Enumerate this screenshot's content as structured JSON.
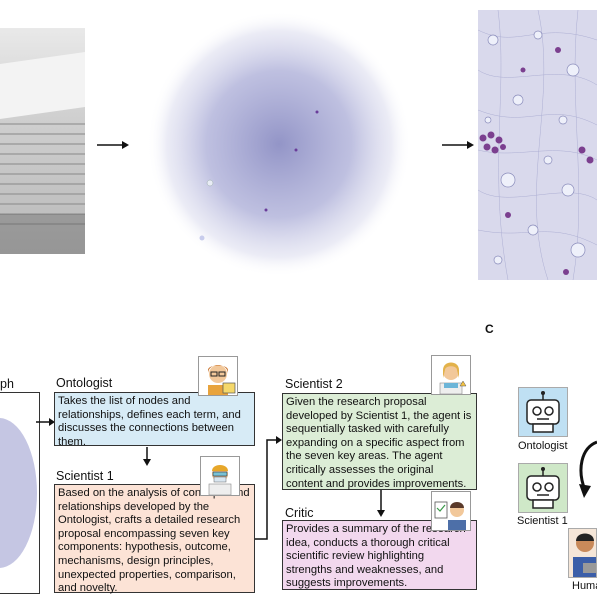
{
  "panel_c": {
    "letter": "C"
  },
  "left_partial_label": "ph",
  "agents": {
    "ontologist": {
      "title": "Ontologist",
      "text": "Takes the list of nodes and relationships, defines each term, and discusses the connections between them."
    },
    "scientist1": {
      "title": "Scientist 1",
      "text": "Based on the analysis of concepts and relationships developed by the Ontologist, crafts a detailed research proposal encompassing seven key components: hypothesis, outcome, mechanisms, design principles, unexpected properties, comparison, and novelty."
    },
    "scientist2": {
      "title": "Scientist 2",
      "text": "Given the research proposal developed by Scientist 1, the agent is sequentially tasked with carefully expanding on a specific aspect from the seven key areas. The agent critically assesses the original content and provides improvements."
    },
    "critic": {
      "title": "Critic",
      "text": "Provides a summary of the research idea, conducts a thorough critical scientific review highlighting strengths and weaknesses, and suggests improvements."
    }
  },
  "right_panel": {
    "ontologist_label": "Ontologist",
    "scientist1_label": "Scientist 1",
    "human_label": "Huma"
  },
  "icons": {
    "paper_stack": "paper-stack-photo",
    "knowledge_graph": "knowledge-graph-icon",
    "zoomed_graph": "graph-zoom-icon",
    "ontologist_avatar": "ontologist-avatar-icon",
    "scientist1_avatar": "scientist1-avatar-icon",
    "scientist2_avatar": "scientist2-avatar-icon",
    "critic_avatar": "critic-avatar-icon",
    "robot_blue": "robot-blue-icon",
    "robot_green": "robot-green-icon",
    "human": "human-icon"
  },
  "colors": {
    "ontologist_box": "#d7ebf6",
    "scientist1_box": "#fce3d6",
    "scientist2_box": "#dcedd6",
    "critic_box": "#f2d8ee",
    "graph_node": "#6a3d9a"
  }
}
